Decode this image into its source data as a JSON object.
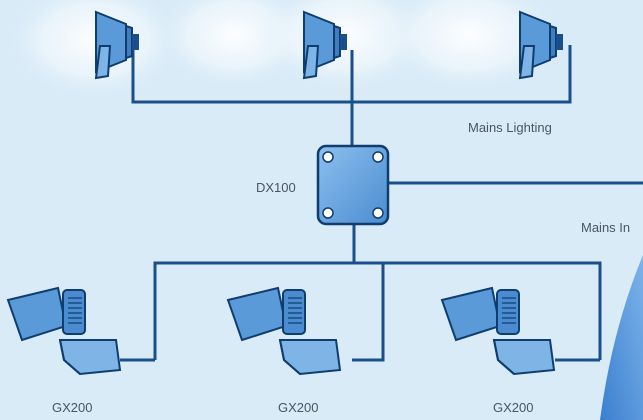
{
  "labels": {
    "mains_lighting": "Mains Lighting",
    "dx100": "DX100",
    "mains_input": "Mains In",
    "gx200_left": "GX200",
    "gx200_middle": "GX200",
    "gx200_right": "GX200"
  },
  "colors": {
    "background": "#d9ebf7",
    "glow": "#ffffff",
    "wire": "#1a4f8c",
    "device_fill": "#5b9ad8",
    "device_stroke": "#0f3d70",
    "corner_swoosh": "#5f9de0",
    "label_text": "#4a5660"
  },
  "icons": {
    "floodlight": "floodlight-icon",
    "junction_box": "junction-box-icon",
    "security_light": "security-light-icon"
  }
}
